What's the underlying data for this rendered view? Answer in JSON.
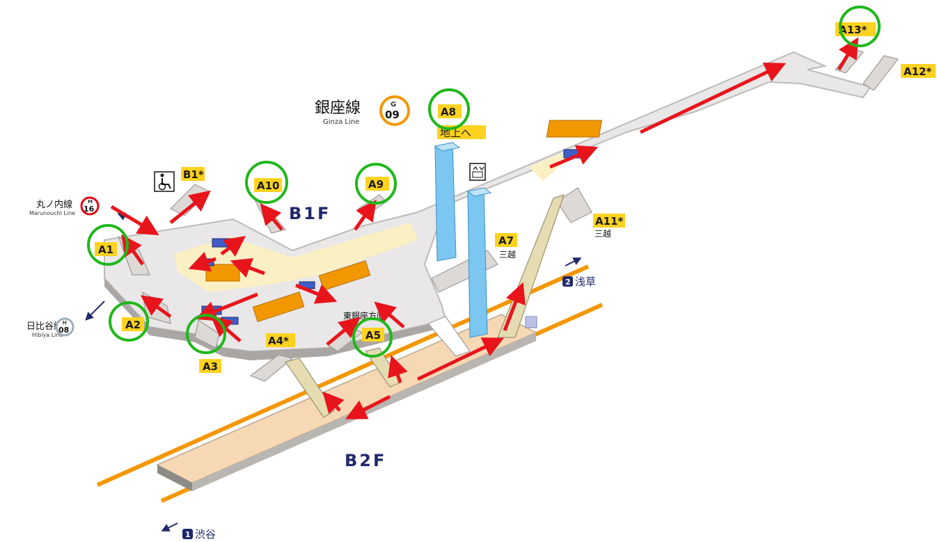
{
  "station": {
    "line_name": "銀座線",
    "line_name_en": "Ginza Line",
    "line_letter": "G",
    "station_number": "09",
    "line_color": "#f39700"
  },
  "floors": {
    "b1f": "B1F",
    "b2f": "B2F"
  },
  "exits": {
    "a1": "A1",
    "a2": "A2",
    "a3": "A3",
    "a4": "A4*",
    "a5": "A5",
    "a7": "A7",
    "a8": "A8",
    "a9": "A9",
    "a10": "A10",
    "a11": "A11*",
    "a12": "A12*",
    "a13": "A13*",
    "b1": "B1*"
  },
  "labels": {
    "a8_sub": "地上へ",
    "a7_sub": "三越",
    "a11_sub": "三越",
    "higashi_ginza": "東銀座方面*"
  },
  "transfers": {
    "marunouchi": {
      "name": "丸ノ内線",
      "name_en": "Marunouchi Line",
      "letter": "M",
      "number": "16",
      "color": "#e60012"
    },
    "hibiya": {
      "name": "日比谷線",
      "name_en": "Hibiya Line",
      "letter": "H",
      "number": "08",
      "color": "#9caeb7"
    }
  },
  "directions": {
    "asakusa_num": "2",
    "asakusa": "浅草",
    "shibuya_num": "1",
    "shibuya": "渋谷"
  },
  "colors": {
    "highlight_arrow": "#e8141c",
    "highlight_circle": "#1fb71a",
    "exit_tag": "#ffd21f",
    "elevator": "#7cc7f2",
    "platform": "#f7d8b5",
    "concourse": "#e9e7e7"
  },
  "icons": [
    "wheelchair-icon",
    "elevator-icon"
  ]
}
